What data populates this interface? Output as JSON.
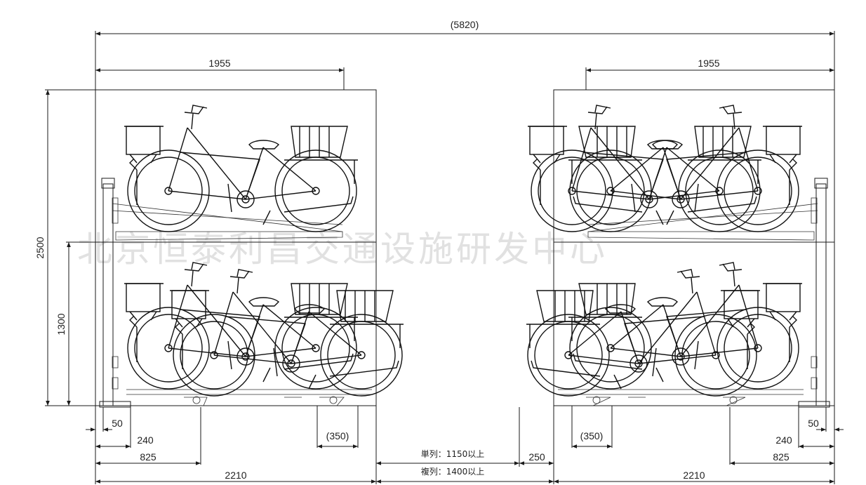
{
  "dimensions": {
    "overall_width": "(5820)",
    "top_left_span": "1955",
    "top_right_span": "1955",
    "total_height": "2500",
    "lower_tier_height": "1300",
    "post_left": "50",
    "post_right": "50",
    "offset_left": "240",
    "offset_right": "240",
    "wheel_left": "825",
    "wheel_right": "825",
    "gap_left": "(350)",
    "gap_right": "(350)",
    "rack_left": "2210",
    "rack_right": "2210",
    "clearance": "250"
  },
  "notes": {
    "single_row": "単列：1150以上",
    "double_row": "複列：1400以上"
  },
  "watermark": "北京恒泰利昌交通设施研发中心"
}
